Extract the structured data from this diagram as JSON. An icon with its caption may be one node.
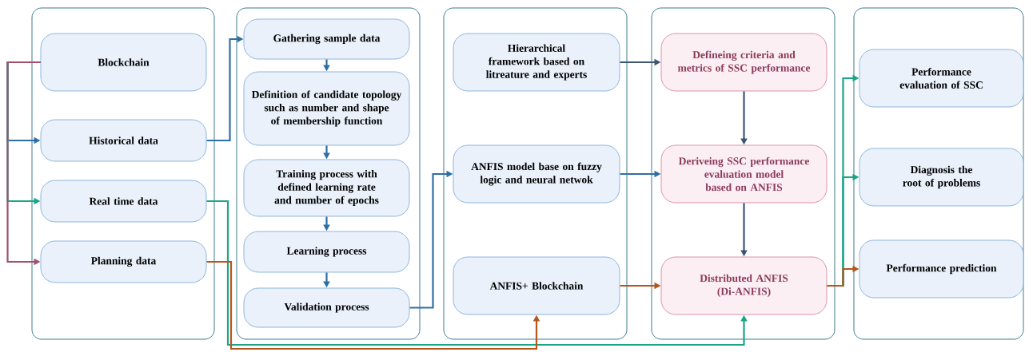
{
  "diagram": {
    "nodes": [
      {
        "text": [],
        "shape": "box"
      },
      {
        "text": [
          "Blockchain"
        ],
        "in": 0
      },
      {
        "text": [
          "Historical data"
        ],
        "in": 0
      },
      {
        "text": [
          "Real time data"
        ],
        "in": 0
      },
      {
        "text": [
          "Planning data"
        ],
        "in": 0
      },
      {
        "text": [],
        "shape": "box"
      },
      {
        "text": [
          "Gathering sample data"
        ],
        "in": 5
      },
      {
        "text": [
          "Definition of candidate topology such as number and shape of membership function"
        ],
        "in": 5
      },
      {
        "text": [
          "Training process with defined learning rate and number of epochs"
        ],
        "in": 5
      },
      {
        "text": [
          "Learning process"
        ],
        "in": 5
      },
      {
        "text": [
          "Validation process"
        ],
        "in": 5
      },
      {
        "text": [],
        "shape": "box"
      },
      {
        "text": [
          "Hierarchical framework based on litreature and experts"
        ],
        "in": 11
      },
      {
        "text": [
          "ANFIS model base on fuzzy logic and neural netwok"
        ],
        "in": 11
      },
      {
        "text": [
          "ANFIS+ Blockchain"
        ],
        "in": 11
      },
      {
        "text": [],
        "shape": "box"
      },
      {
        "text": [
          "Defineing criteria and metrics of SSC performance"
        ],
        "in": 15
      },
      {
        "text": [
          "Deriveing SSC performance evaluation model based on ANFIS"
        ],
        "in": 15
      },
      {
        "text": [
          "Distributed ANFIS (Di-ANFIS)"
        ],
        "in": 15
      },
      {
        "text": [],
        "shape": "box"
      },
      {
        "text": [
          "Performance evaluation of SSC"
        ],
        "in": 19
      },
      {
        "text": [
          "Diagnosis the root of problems"
        ],
        "in": 19
      },
      {
        "text": [
          "Performance prediction"
        ],
        "in": 19
      }
    ],
    "edges": [
      {
        "from": 1,
        "to": 2,
        "arrow": "to"
      },
      {
        "from": 1,
        "to": 3,
        "arrow": "to",
        "color": "#1aa587"
      },
      {
        "from": 1,
        "to": 4,
        "arrow": "to",
        "color": "#a0506e"
      },
      {
        "from": 2,
        "to": 6,
        "arrow": "to"
      },
      {
        "from": 6,
        "to": 7,
        "arrow": "to"
      },
      {
        "from": 7,
        "to": 8,
        "arrow": "to"
      },
      {
        "from": 8,
        "to": 9,
        "arrow": "to"
      },
      {
        "from": 9,
        "to": 10,
        "arrow": "to"
      },
      {
        "from": 10,
        "to": 13,
        "arrow": "to"
      },
      {
        "from": 12,
        "to": 16,
        "arrow": "to",
        "color": "#3d5573"
      },
      {
        "from": 13,
        "to": 17,
        "arrow": "to"
      },
      {
        "from": 16,
        "to": 17,
        "arrow": "to",
        "color": "#3d5573"
      },
      {
        "from": 17,
        "to": 18,
        "arrow": "to",
        "color": "#3d5573"
      },
      {
        "from": 3,
        "to": 18,
        "arrow": "to",
        "color": "#1aa587"
      },
      {
        "from": 4,
        "to": 14,
        "arrow": "to",
        "color": "#b5561c"
      },
      {
        "from": 14,
        "to": 18,
        "arrow": "to",
        "color": "#b5561c"
      },
      {
        "from": 18,
        "to": 20,
        "arrow": "to",
        "color": "#1aa587"
      },
      {
        "from": 18,
        "to": 21,
        "arrow": "to",
        "color": "#1aa587"
      },
      {
        "from": 18,
        "to": 22,
        "arrow": "to",
        "color": "#b5561c"
      }
    ]
  }
}
